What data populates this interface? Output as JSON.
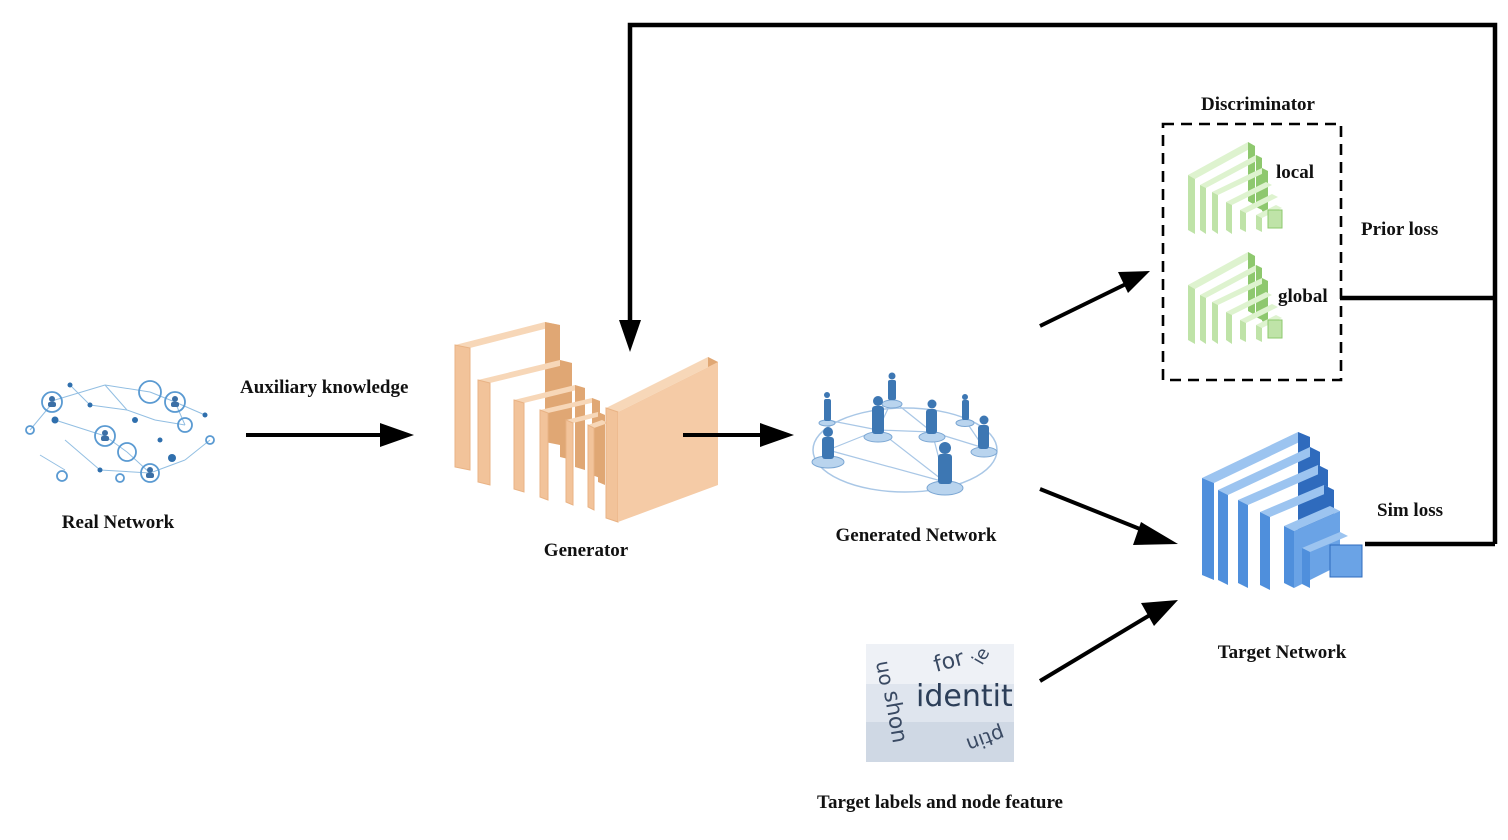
{
  "labels": {
    "real_network": "Real Network",
    "auxiliary_knowledge": "Auxiliary knowledge",
    "generator": "Generator",
    "generated_network": "Generated Network",
    "discriminator": "Discriminator",
    "local": "local",
    "global": "global",
    "prior_loss": "Prior loss",
    "sim_loss": "Sim loss",
    "target_network": "Target Network",
    "target_labels": "Target labels and node feature"
  },
  "feature_image_words": {
    "main": "identit",
    "word_a": "for",
    "word_b": "shon",
    "word_c": "ptin",
    "word_d": "uo",
    "word_e": "ie"
  },
  "colors": {
    "arrow": "#000000",
    "generator_fill": "#f2c39a",
    "discriminator_fill": "#bfe3a8",
    "target_fill": "#4f8fdc",
    "network_blue": "#3f7fbf"
  }
}
